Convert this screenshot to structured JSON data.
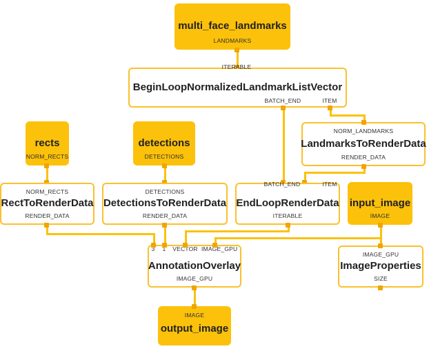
{
  "graph": {
    "title": "MediaPipe calculator graph",
    "colors": {
      "stream_fill": "#fcc10a",
      "calculator_border": "#fbc02d",
      "wire": "#fcc10a",
      "nub": "#f0a500",
      "text": "#202124",
      "background": "#ffffff"
    }
  },
  "nodes": [
    {
      "id": "multi_face_landmarks",
      "type": "stream",
      "title": "multi_face_landmarks",
      "out_port": "LANDMARKS",
      "in_port": ""
    },
    {
      "id": "begin_loop",
      "type": "calculator",
      "title": "BeginLoopNormalizedLandmarkListVector",
      "in_port": "ITERABLE",
      "out_port_a": "BATCH_END",
      "out_port_b": "ITEM"
    },
    {
      "id": "rects",
      "type": "stream",
      "title": "rects",
      "out_port": "NORM_RECTS"
    },
    {
      "id": "detections",
      "type": "stream",
      "title": "detections",
      "out_port": "DETECTIONS"
    },
    {
      "id": "landmarks_to_render_data",
      "type": "calculator",
      "title": "LandmarksToRenderData",
      "in_port": "NORM_LANDMARKS",
      "out_port": "RENDER_DATA"
    },
    {
      "id": "rect_to_render_data",
      "type": "calculator",
      "title": "RectToRenderData",
      "in_port": "NORM_RECTS",
      "out_port": "RENDER_DATA"
    },
    {
      "id": "detections_to_render_data",
      "type": "calculator",
      "title": "DetectionsToRenderData",
      "in_port": "DETECTIONS",
      "out_port": "RENDER_DATA"
    },
    {
      "id": "end_loop_render_data",
      "type": "calculator",
      "title": "EndLoopRenderData",
      "in_port_a": "BATCH_END",
      "in_port_b": "ITEM",
      "out_port": "ITERABLE"
    },
    {
      "id": "input_image",
      "type": "stream",
      "title": "input_image",
      "out_port": "IMAGE"
    },
    {
      "id": "annotation_overlay",
      "type": "calculator",
      "title": "AnnotationOverlay",
      "in_port_1": "3",
      "in_port_2": "1",
      "in_port_3": "VECTOR",
      "in_port_4": "IMAGE_GPU",
      "out_port": "IMAGE_GPU"
    },
    {
      "id": "image_properties",
      "type": "calculator",
      "title": "ImageProperties",
      "in_port": "IMAGE_GPU",
      "out_port": "SIZE"
    },
    {
      "id": "output_image",
      "type": "stream",
      "title": "output_image",
      "in_port": "IMAGE"
    }
  ],
  "labels": {
    "multi_face_landmarks_title": "multi_face_landmarks",
    "multi_face_landmarks_out": "LANDMARKS",
    "begin_loop_title": "BeginLoopNormalizedLandmarkListVector",
    "begin_loop_in": "ITERABLE",
    "begin_loop_out_batch_end": "BATCH_END",
    "begin_loop_out_item": "ITEM",
    "rects_title": "rects",
    "rects_out": "NORM_RECTS",
    "detections_title": "detections",
    "detections_out": "DETECTIONS",
    "landmarks_render_title": "LandmarksToRenderData",
    "landmarks_render_in": "NORM_LANDMARKS",
    "landmarks_render_out": "RENDER_DATA",
    "rect_render_title": "RectToRenderData",
    "rect_render_in": "NORM_RECTS",
    "rect_render_out": "RENDER_DATA",
    "detections_render_title": "DetectionsToRenderData",
    "detections_render_in": "DETECTIONS",
    "detections_render_out": "RENDER_DATA",
    "end_loop_title": "EndLoopRenderData",
    "end_loop_in_batch_end": "BATCH_END",
    "end_loop_in_item": "ITEM",
    "end_loop_out": "ITERABLE",
    "input_image_title": "input_image",
    "input_image_out": "IMAGE",
    "annotation_overlay_title": "AnnotationOverlay",
    "annotation_overlay_in_3": "3",
    "annotation_overlay_in_1": "1",
    "annotation_overlay_in_vector": "VECTOR",
    "annotation_overlay_in_image_gpu": "IMAGE_GPU",
    "annotation_overlay_out": "IMAGE_GPU",
    "image_properties_title": "ImageProperties",
    "image_properties_in": "IMAGE_GPU",
    "image_properties_out": "SIZE",
    "output_image_title": "output_image",
    "output_image_in": "IMAGE"
  }
}
